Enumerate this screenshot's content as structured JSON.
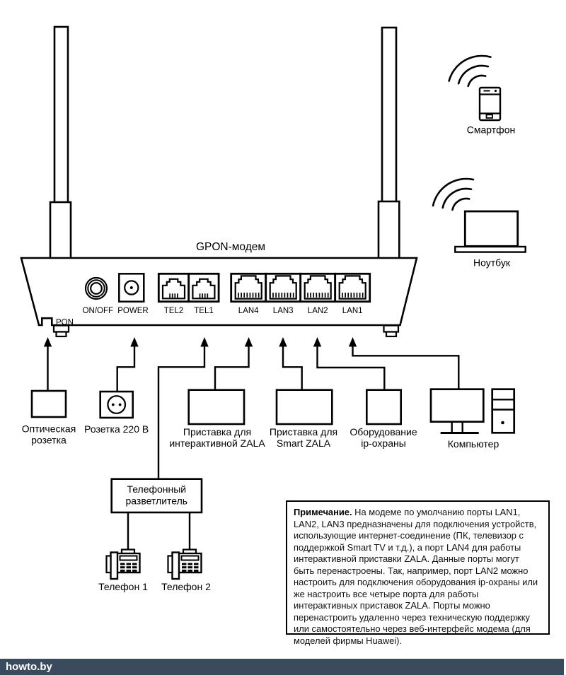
{
  "modem": {
    "title": "GPON-модем",
    "pon_label": "PON",
    "onoff_label": "ON/OFF",
    "power_label": "POWER",
    "tel2_label": "TEL2",
    "tel1_label": "TEL1",
    "lan4_label": "LAN4",
    "lan3_label": "LAN3",
    "lan2_label": "LAN2",
    "lan1_label": "LAN1"
  },
  "devices": {
    "optical_outlet": {
      "line1": "Оптическая",
      "line2": "розетка"
    },
    "power_outlet": {
      "label": "Розетка 220 В"
    },
    "stb_interactive": {
      "line1": "Приставка для",
      "line2": "интерактивной ZALA"
    },
    "stb_smart": {
      "line1": "Приставка для",
      "line2": "Smart ZALA"
    },
    "ip_security": {
      "line1": "Оборудование",
      "line2": "ip-охраны"
    },
    "computer": {
      "label": "Компьютер"
    },
    "phone_splitter": {
      "line1": "Телефонный",
      "line2": "разветлитель"
    },
    "phone_1": {
      "label": "Телефон 1"
    },
    "phone_2": {
      "label": "Телефон 2"
    },
    "smartphone": {
      "label": "Смартфон"
    },
    "laptop": {
      "label": "Ноутбук"
    }
  },
  "note": {
    "title": "Примечание.",
    "body": " На модеме по умолчанию порты LAN1, LAN2, LAN3 предназначены для подключения устройств, использующие интернет-соединение (ПК, телевизор с поддержкой Smart TV и т.д.), а порт LAN4 для работы интерактивной приставки ZALA. Данные порты могут быть перенастроены. Так, например, порт LAN2 можно настроить для подключения оборудования ip-охраны или же настроить все четыре порта для работы интерактивных приставок ZALA. Порты можно перенастроить удаленно через техническую поддержку или самостоятельно через веб-интерфейс модема (для моделей фирмы Huawei)."
  },
  "footer": {
    "brand": "howto.by"
  },
  "colors": {
    "line": "#000000",
    "background": "#ffffff",
    "footer_bg": "#3a4b5e",
    "footer_text": "#ffffff"
  }
}
